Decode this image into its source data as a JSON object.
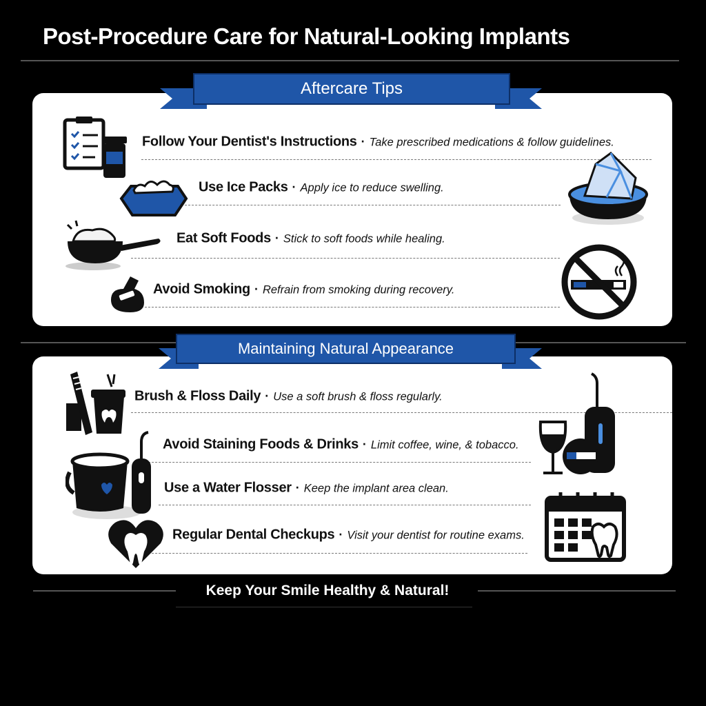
{
  "title": "Post-Procedure Care for Natural-Looking Implants",
  "colors": {
    "background": "#000000",
    "card": "#ffffff",
    "ribbon": "#1f56a8",
    "accent_light": "#4a8fe0"
  },
  "sections": [
    {
      "heading": "Aftercare Tips",
      "items": [
        {
          "title": "Follow Your Dentist's Instructions",
          "separator": "·",
          "desc": "Take prescribed medications & follow guidelines.",
          "icon": "clipboard-medicine-icon"
        },
        {
          "title": "Use Ice Packs",
          "separator": "·",
          "desc": "Apply ice to reduce swelling.",
          "icon": "ice-pack-icon"
        },
        {
          "title": "Eat Soft Foods",
          "separator": "·",
          "desc": "Stick to soft foods while healing.",
          "icon": "soft-food-bowl-icon"
        },
        {
          "title": "Avoid Smoking",
          "separator": "·",
          "desc": "Refrain from smoking during recovery.",
          "icon": "no-smoking-icon"
        }
      ]
    },
    {
      "heading": "Maintaining Natural Appearance",
      "items": [
        {
          "title": "Brush & Floss Daily",
          "separator": "·",
          "desc": "Use a soft brush & floss regularly.",
          "icon": "toothbrush-icon"
        },
        {
          "title": "Avoid Staining Foods & Drinks",
          "separator": "·",
          "desc": "Limit coffee, wine, & tobacco.",
          "icon": "wine-glass-icon"
        },
        {
          "title": "Use a Water Flosser",
          "separator": "·",
          "desc": "Keep the implant area clean.",
          "icon": "water-flosser-icon"
        },
        {
          "title": "Regular Dental Checkups",
          "separator": "·",
          "desc": "Visit your dentist for routine exams.",
          "icon": "calendar-tooth-icon"
        }
      ]
    }
  ],
  "footer": "Keep Your Smile Healthy & Natural!"
}
